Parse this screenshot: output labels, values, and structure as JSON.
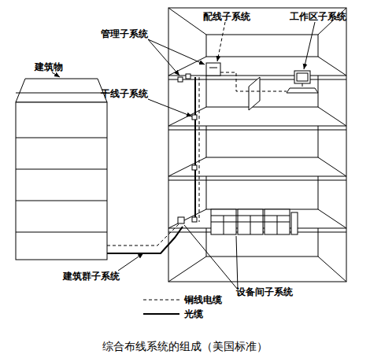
{
  "diagram": {
    "caption": "综合布线系统的组成（美国标准）",
    "labels": [
      "管理子系统",
      "配线子系统",
      "工作区子系统",
      "干线子系统",
      "建筑物",
      "建筑群子系统",
      "设备间子系统"
    ],
    "legend": [
      {
        "text": "铜线电缆"
      },
      {
        "text": "光缆"
      }
    ]
  }
}
